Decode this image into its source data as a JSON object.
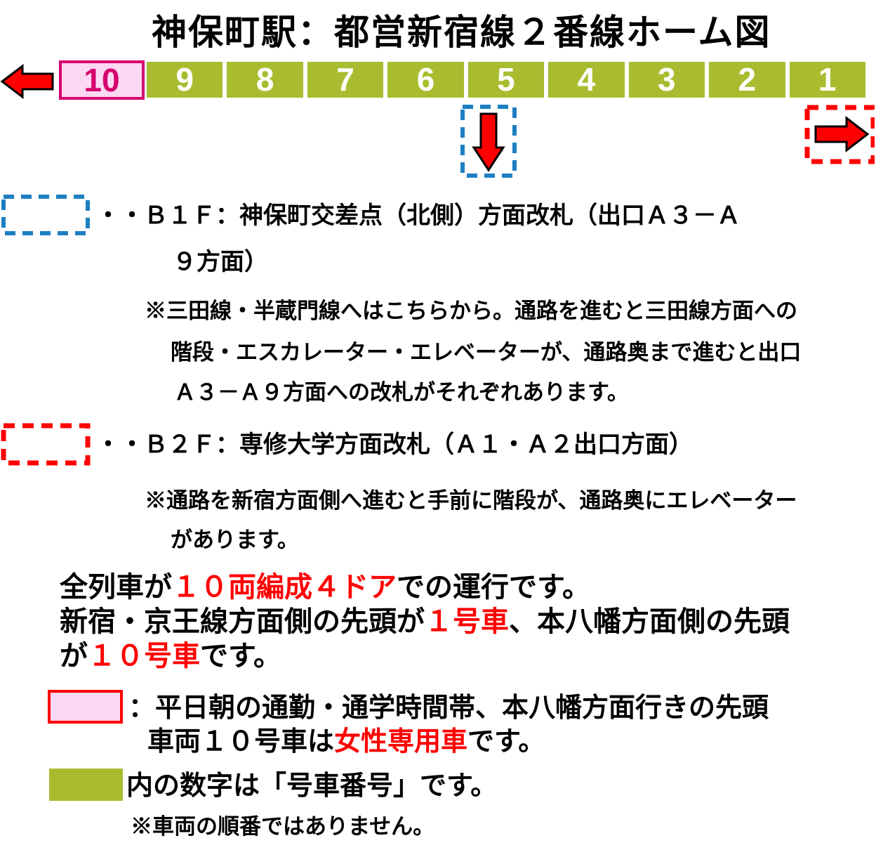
{
  "title": "神保町駅：都営新宿線２番線ホーム図",
  "platform": {
    "cars": [
      "10",
      "9",
      "8",
      "7",
      "6",
      "5",
      "4",
      "3",
      "2",
      "1"
    ],
    "women_only_car": "10"
  },
  "icons": {
    "left_arrow": "red-left-arrow",
    "down_arrow": "red-down-arrow",
    "right_arrow": "red-right-arrow",
    "b1f_marker": "blue-dashed-box",
    "b2f_marker": "red-dashed-box"
  },
  "exits": {
    "b1f": {
      "heading_line1": "・・Ｂ１Ｆ：神保町交差点（北側）方面改札（出口Ａ３－Ａ",
      "heading_line2": "９方面）",
      "note_line1": "※三田線・半蔵門線へはこちらから。通路を進むと三田線方面への",
      "note_line2": "階段・エスカレーター・エレベーターが、通路奥まで進むと出口",
      "note_line3": "Ａ３－Ａ９方面への改札がそれぞれあります。"
    },
    "b2f": {
      "heading_line1": "・・Ｂ２Ｆ：専修大学方面改札（Ａ１・Ａ２出口方面）",
      "note_line1": "※通路を新宿方面側へ進むと手前に階段が、通路奥にエレベーター",
      "note_line2": "があります。"
    }
  },
  "train_info": {
    "line1_pre": "全列車が",
    "line1_red": "１０両編成４ドア",
    "line1_post": "での運行です。",
    "line2_pre": "新宿・京王線方面側の先頭が",
    "line2_red": "１号車",
    "line2_post": "、本八幡方面側の先頭",
    "line3_pre": "が",
    "line3_red": "１０号車",
    "line3_post": "です。"
  },
  "legend": {
    "women_only": {
      "line1": "：平日朝の通勤・通学時間帯、本八幡方面行きの先頭",
      "line2_pre": "車両１０号車は",
      "line2_red": "女性専用車",
      "line2_post": "です。"
    },
    "car_number": {
      "text": "内の数字は「号車番号」です。",
      "note": "※車両の順番ではありません。"
    }
  },
  "colors": {
    "olive": "#A9BC2F",
    "pink_fill": "#FCD9F2",
    "pink_border": "#D6006F",
    "legend_red_border": "#FF0000",
    "arrow_red": "#FF0000",
    "dashed_blue": "#1E7FC2",
    "dashed_red": "#FF0000",
    "red_text": "#FF0000"
  }
}
